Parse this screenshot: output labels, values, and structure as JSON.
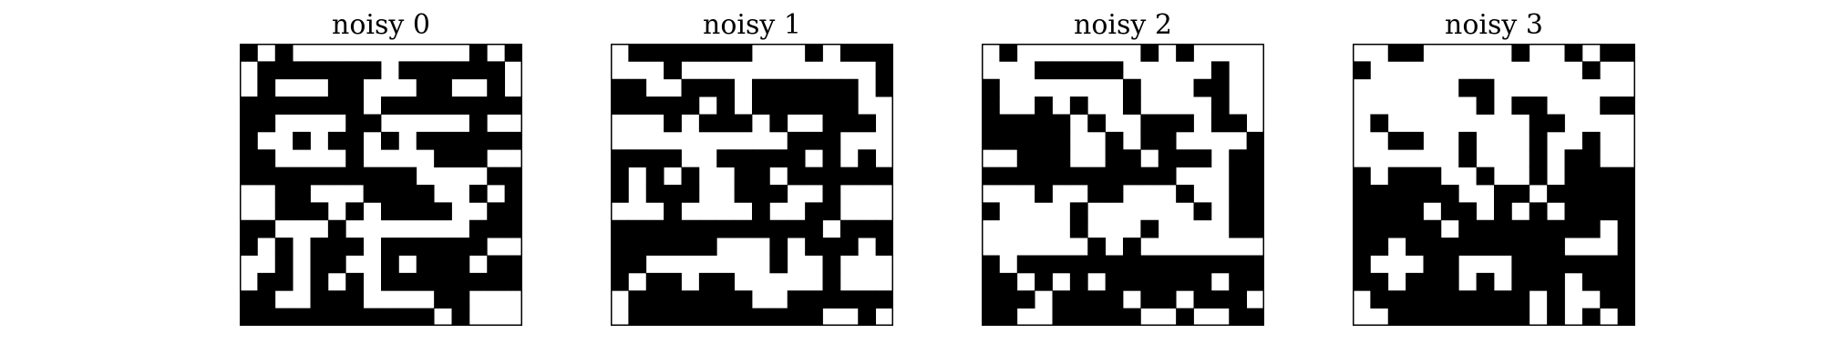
{
  "chart_data": [
    {
      "type": "heatmap",
      "title": "noisy 0",
      "colormap": {
        "0": "#ffffff",
        "1": "#000000"
      },
      "matrix": [
        [
          1,
          0,
          1,
          0,
          0,
          0,
          0,
          0,
          0,
          0,
          0,
          0,
          0,
          1,
          0,
          1
        ],
        [
          0,
          1,
          1,
          1,
          1,
          1,
          1,
          1,
          0,
          1,
          1,
          1,
          1,
          1,
          1,
          0
        ],
        [
          0,
          1,
          0,
          0,
          0,
          1,
          1,
          0,
          0,
          0,
          1,
          1,
          0,
          0,
          1,
          0
        ],
        [
          1,
          1,
          1,
          1,
          1,
          1,
          1,
          0,
          1,
          1,
          1,
          1,
          1,
          1,
          1,
          1
        ],
        [
          1,
          1,
          0,
          0,
          0,
          0,
          1,
          1,
          0,
          0,
          0,
          0,
          0,
          1,
          0,
          0
        ],
        [
          1,
          0,
          0,
          1,
          0,
          1,
          1,
          0,
          1,
          0,
          1,
          1,
          1,
          1,
          1,
          1
        ],
        [
          1,
          1,
          0,
          0,
          0,
          0,
          1,
          0,
          0,
          0,
          0,
          1,
          1,
          1,
          0,
          0
        ],
        [
          1,
          1,
          1,
          1,
          1,
          1,
          1,
          1,
          1,
          1,
          0,
          0,
          0,
          0,
          1,
          1
        ],
        [
          0,
          0,
          1,
          1,
          0,
          0,
          0,
          1,
          1,
          1,
          1,
          0,
          0,
          1,
          0,
          1
        ],
        [
          0,
          0,
          1,
          1,
          1,
          0,
          1,
          0,
          1,
          1,
          1,
          1,
          0,
          0,
          1,
          1
        ],
        [
          1,
          1,
          0,
          0,
          0,
          1,
          0,
          0,
          0,
          0,
          0,
          0,
          0,
          1,
          1,
          1
        ],
        [
          1,
          0,
          1,
          0,
          1,
          1,
          1,
          0,
          1,
          1,
          1,
          1,
          1,
          1,
          0,
          0
        ],
        [
          0,
          0,
          1,
          0,
          1,
          1,
          0,
          0,
          1,
          0,
          1,
          1,
          1,
          0,
          1,
          1
        ],
        [
          0,
          1,
          1,
          0,
          1,
          0,
          1,
          0,
          1,
          1,
          1,
          1,
          1,
          1,
          1,
          1
        ],
        [
          1,
          1,
          0,
          0,
          1,
          1,
          1,
          0,
          0,
          0,
          0,
          1,
          1,
          0,
          0,
          0
        ],
        [
          1,
          1,
          1,
          1,
          1,
          1,
          1,
          1,
          1,
          1,
          1,
          0,
          1,
          0,
          0,
          0
        ]
      ]
    },
    {
      "type": "heatmap",
      "title": "noisy 1",
      "colormap": {
        "0": "#ffffff",
        "1": "#000000"
      },
      "matrix": [
        [
          0,
          1,
          1,
          1,
          1,
          1,
          1,
          1,
          0,
          0,
          0,
          1,
          0,
          1,
          1,
          1
        ],
        [
          0,
          0,
          0,
          1,
          0,
          0,
          0,
          0,
          0,
          0,
          0,
          0,
          0,
          0,
          0,
          1
        ],
        [
          1,
          1,
          0,
          0,
          1,
          1,
          1,
          0,
          1,
          1,
          1,
          1,
          1,
          1,
          0,
          1
        ],
        [
          1,
          1,
          1,
          1,
          1,
          0,
          1,
          0,
          1,
          1,
          1,
          1,
          1,
          1,
          0,
          0
        ],
        [
          0,
          0,
          0,
          1,
          0,
          1,
          1,
          1,
          0,
          1,
          0,
          0,
          1,
          1,
          1,
          0
        ],
        [
          0,
          0,
          0,
          0,
          0,
          0,
          0,
          0,
          0,
          0,
          1,
          1,
          1,
          0,
          0,
          0
        ],
        [
          1,
          1,
          1,
          1,
          0,
          0,
          1,
          1,
          1,
          1,
          1,
          0,
          1,
          0,
          1,
          0
        ],
        [
          1,
          0,
          1,
          0,
          1,
          0,
          0,
          1,
          1,
          0,
          1,
          1,
          1,
          1,
          1,
          1
        ],
        [
          1,
          0,
          1,
          1,
          1,
          0,
          0,
          1,
          1,
          1,
          0,
          0,
          1,
          0,
          0,
          0
        ],
        [
          0,
          0,
          0,
          1,
          0,
          0,
          0,
          0,
          1,
          0,
          0,
          1,
          1,
          0,
          0,
          0
        ],
        [
          1,
          1,
          1,
          1,
          1,
          1,
          1,
          1,
          1,
          1,
          1,
          1,
          0,
          1,
          1,
          1
        ],
        [
          1,
          1,
          1,
          1,
          1,
          1,
          0,
          0,
          0,
          1,
          0,
          1,
          1,
          1,
          0,
          1
        ],
        [
          1,
          1,
          0,
          0,
          0,
          0,
          0,
          0,
          0,
          1,
          0,
          0,
          1,
          0,
          0,
          0
        ],
        [
          1,
          0,
          1,
          1,
          0,
          1,
          1,
          0,
          0,
          0,
          0,
          0,
          1,
          0,
          0,
          0
        ],
        [
          0,
          1,
          1,
          1,
          1,
          1,
          1,
          1,
          0,
          0,
          1,
          1,
          1,
          1,
          1,
          1
        ],
        [
          0,
          1,
          1,
          1,
          1,
          1,
          1,
          1,
          1,
          1,
          1,
          1,
          0,
          0,
          1,
          0
        ]
      ]
    },
    {
      "type": "heatmap",
      "title": "noisy 2",
      "colormap": {
        "0": "#ffffff",
        "1": "#000000"
      },
      "matrix": [
        [
          0,
          1,
          0,
          0,
          0,
          0,
          0,
          0,
          0,
          1,
          0,
          1,
          0,
          0,
          0,
          0
        ],
        [
          0,
          0,
          0,
          1,
          1,
          1,
          1,
          1,
          0,
          0,
          0,
          0,
          0,
          1,
          0,
          0
        ],
        [
          1,
          0,
          0,
          0,
          0,
          0,
          0,
          0,
          1,
          0,
          0,
          0,
          1,
          1,
          0,
          0
        ],
        [
          1,
          0,
          0,
          1,
          0,
          1,
          0,
          0,
          1,
          0,
          0,
          0,
          0,
          1,
          0,
          0
        ],
        [
          1,
          1,
          1,
          1,
          1,
          0,
          1,
          0,
          0,
          1,
          1,
          1,
          0,
          1,
          1,
          0
        ],
        [
          1,
          1,
          1,
          1,
          1,
          0,
          0,
          1,
          0,
          1,
          1,
          0,
          0,
          0,
          0,
          1
        ],
        [
          0,
          0,
          1,
          1,
          1,
          0,
          0,
          1,
          1,
          0,
          1,
          1,
          1,
          0,
          1,
          1
        ],
        [
          1,
          1,
          1,
          1,
          1,
          1,
          1,
          1,
          1,
          1,
          1,
          0,
          0,
          0,
          1,
          1
        ],
        [
          0,
          0,
          0,
          1,
          0,
          0,
          1,
          1,
          0,
          0,
          0,
          1,
          0,
          0,
          1,
          1
        ],
        [
          1,
          0,
          0,
          0,
          0,
          1,
          0,
          0,
          0,
          0,
          0,
          0,
          1,
          0,
          1,
          1
        ],
        [
          0,
          0,
          0,
          0,
          0,
          1,
          0,
          0,
          0,
          1,
          0,
          0,
          0,
          0,
          1,
          1
        ],
        [
          0,
          0,
          0,
          0,
          0,
          0,
          1,
          0,
          1,
          0,
          0,
          0,
          0,
          0,
          0,
          0
        ],
        [
          1,
          0,
          1,
          1,
          1,
          1,
          1,
          1,
          1,
          1,
          1,
          1,
          1,
          1,
          1,
          1
        ],
        [
          1,
          1,
          0,
          1,
          0,
          1,
          0,
          1,
          1,
          1,
          1,
          1,
          1,
          0,
          1,
          1
        ],
        [
          1,
          1,
          1,
          0,
          1,
          1,
          1,
          1,
          0,
          1,
          1,
          0,
          1,
          1,
          1,
          0
        ],
        [
          1,
          1,
          0,
          0,
          1,
          1,
          1,
          1,
          1,
          0,
          0,
          1,
          0,
          0,
          1,
          1
        ]
      ]
    },
    {
      "type": "heatmap",
      "title": "noisy 3",
      "colormap": {
        "0": "#ffffff",
        "1": "#000000"
      },
      "matrix": [
        [
          0,
          0,
          1,
          1,
          0,
          0,
          0,
          0,
          0,
          1,
          0,
          0,
          1,
          0,
          1,
          1
        ],
        [
          1,
          0,
          0,
          0,
          0,
          0,
          0,
          0,
          0,
          0,
          0,
          0,
          0,
          1,
          0,
          0
        ],
        [
          0,
          0,
          0,
          0,
          0,
          0,
          1,
          1,
          0,
          0,
          0,
          0,
          0,
          0,
          0,
          0
        ],
        [
          0,
          0,
          0,
          0,
          0,
          0,
          0,
          1,
          0,
          1,
          1,
          0,
          0,
          0,
          1,
          1
        ],
        [
          0,
          1,
          0,
          0,
          0,
          0,
          0,
          0,
          0,
          0,
          1,
          1,
          0,
          0,
          0,
          0
        ],
        [
          0,
          0,
          1,
          1,
          0,
          0,
          1,
          0,
          0,
          0,
          1,
          0,
          0,
          1,
          0,
          0
        ],
        [
          0,
          0,
          0,
          0,
          0,
          0,
          1,
          0,
          0,
          0,
          1,
          0,
          1,
          1,
          0,
          0
        ],
        [
          1,
          0,
          1,
          1,
          1,
          0,
          0,
          1,
          0,
          0,
          1,
          0,
          1,
          1,
          1,
          1
        ],
        [
          1,
          1,
          1,
          1,
          1,
          1,
          0,
          0,
          1,
          1,
          0,
          1,
          1,
          1,
          1,
          1
        ],
        [
          1,
          1,
          1,
          1,
          0,
          1,
          1,
          0,
          1,
          0,
          1,
          0,
          1,
          1,
          1,
          1
        ],
        [
          1,
          1,
          1,
          1,
          1,
          0,
          1,
          1,
          1,
          1,
          1,
          1,
          1,
          1,
          0,
          1
        ],
        [
          1,
          1,
          0,
          1,
          1,
          1,
          1,
          1,
          1,
          1,
          1,
          1,
          0,
          0,
          0,
          1
        ],
        [
          1,
          0,
          0,
          0,
          1,
          1,
          0,
          0,
          0,
          1,
          1,
          1,
          1,
          1,
          1,
          1
        ],
        [
          1,
          1,
          0,
          1,
          1,
          1,
          0,
          1,
          0,
          1,
          1,
          1,
          0,
          1,
          1,
          1
        ],
        [
          0,
          1,
          1,
          1,
          1,
          1,
          1,
          1,
          1,
          1,
          0,
          1,
          0,
          0,
          1,
          1
        ],
        [
          0,
          0,
          1,
          1,
          1,
          1,
          1,
          1,
          1,
          1,
          0,
          1,
          0,
          1,
          0,
          1
        ]
      ]
    }
  ]
}
